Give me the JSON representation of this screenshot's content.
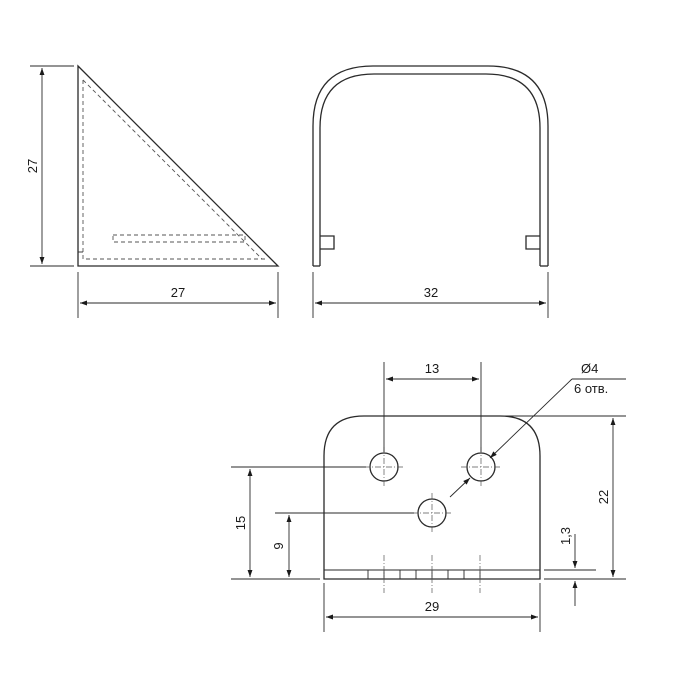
{
  "drawing": {
    "side_view": {
      "height_label": "27",
      "width_label": "27"
    },
    "front_view": {
      "width_label": "32"
    },
    "bottom_view": {
      "hole_spacing_label": "13",
      "hole_diameter_label": "Ø4",
      "hole_count_label": "6 отв.",
      "height_label": "22",
      "hole_row_height_label": "15",
      "lower_hole_height_label": "9",
      "thickness_label": "1,3",
      "width_label": "29"
    }
  }
}
